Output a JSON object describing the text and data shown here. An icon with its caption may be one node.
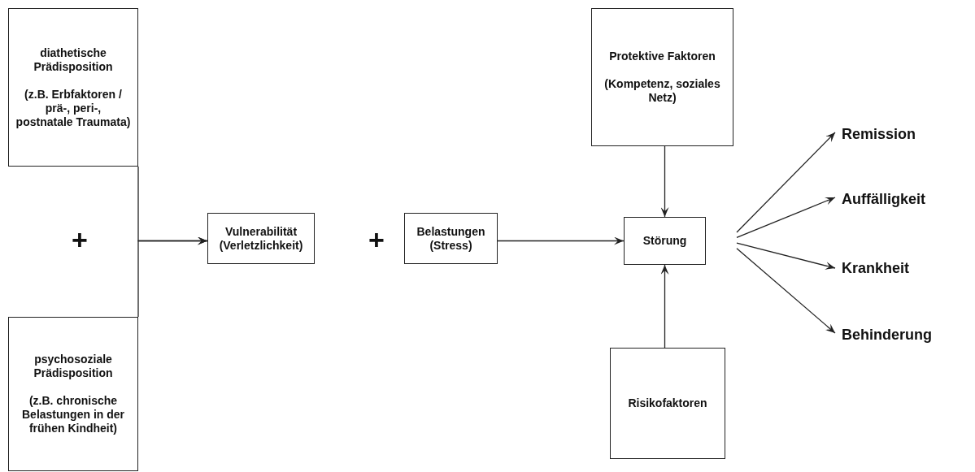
{
  "diagram": {
    "nodes": [
      {
        "text": [
          "diathetische Prädisposition",
          "(z.B. Erbfaktoren / prä-, peri-, postnatale Traumata)"
        ]
      },
      {
        "text": [
          "psychosoziale Prädisposition",
          "(z.B. chronische Belastungen in der frühen Kindheit)"
        ]
      },
      {
        "text": [
          "Vulnerabilität (Verletzlichkeit)"
        ]
      },
      {
        "text": [
          "Belastungen (Stress)"
        ]
      },
      {
        "text": [
          "Protektive Faktoren",
          "(Kompetenz, soziales Netz)"
        ]
      },
      {
        "text": [
          "Störung"
        ]
      },
      {
        "text": [
          "Risikofaktoren"
        ]
      },
      {
        "text": [
          "Remission"
        ]
      },
      {
        "text": [
          "Auffälligkeit"
        ]
      },
      {
        "text": [
          "Krankheit"
        ]
      },
      {
        "text": [
          "Behinderung"
        ]
      }
    ],
    "edges": [
      {
        "from": 0,
        "to": 2,
        "arrow": "to"
      },
      {
        "from": 1,
        "to": 2,
        "arrow": "to"
      },
      {
        "from": 3,
        "to": 5,
        "arrow": "to"
      },
      {
        "from": 4,
        "to": 5,
        "arrow": "to"
      },
      {
        "from": 6,
        "to": 5,
        "arrow": "to"
      },
      {
        "from": 5,
        "to": 7,
        "arrow": "to"
      },
      {
        "from": 5,
        "to": 8,
        "arrow": "to"
      },
      {
        "from": 5,
        "to": 9,
        "arrow": "to"
      },
      {
        "from": 5,
        "to": 10,
        "arrow": "to"
      }
    ],
    "labels": [
      "+",
      "+"
    ]
  }
}
